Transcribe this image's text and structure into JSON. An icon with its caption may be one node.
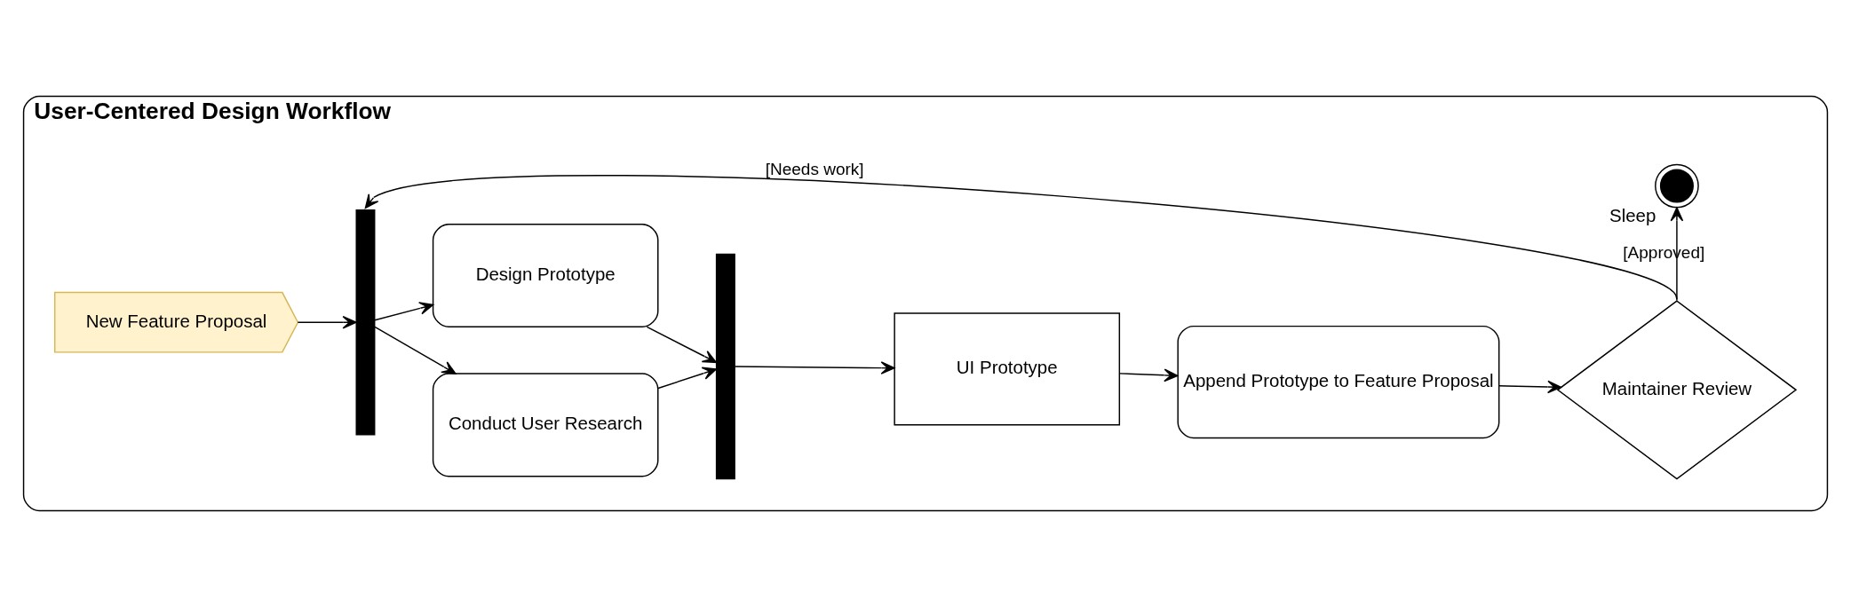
{
  "diagram": {
    "nodes": [
      {
        "text": [
          "User-Centered Design Workflow"
        ]
      },
      {
        "text": [
          "New Feature Proposal"
        ],
        "in": 0
      },
      {
        "text": [],
        "shape": "bar",
        "in": 0
      },
      {
        "text": [
          "Conduct User Research"
        ],
        "in": 0
      },
      {
        "text": [
          "Design Prototype"
        ],
        "in": 0
      },
      {
        "text": [],
        "shape": "bar",
        "in": 0
      },
      {
        "text": [
          "UI Prototype"
        ],
        "in": 0
      },
      {
        "text": [
          "Append Prototype to Feature Proposal"
        ],
        "in": 0
      },
      {
        "text": [
          "Maintainer Review"
        ],
        "in": 0
      },
      {
        "text": [],
        "shape": "circle",
        "beside": [
          "Sleep"
        ],
        "in": 0
      }
    ],
    "edges": [
      {
        "from": 1,
        "to": 2,
        "arrow": "to"
      },
      {
        "from": 2,
        "to": 3,
        "arrow": "to"
      },
      {
        "from": 2,
        "to": 4,
        "arrow": "to"
      },
      {
        "from": 3,
        "to": 5,
        "arrow": "to"
      },
      {
        "from": 4,
        "to": 5,
        "arrow": "to"
      },
      {
        "from": 5,
        "to": 6,
        "arrow": "to"
      },
      {
        "from": 6,
        "to": 7,
        "arrow": "to"
      },
      {
        "from": 7,
        "to": 8,
        "arrow": "to"
      },
      {
        "from": 8,
        "to": 2,
        "arrow": "to",
        "label": "[Needs work]"
      },
      {
        "from": 8,
        "to": 9,
        "arrow": "to",
        "label": "[Approved]"
      }
    ]
  }
}
